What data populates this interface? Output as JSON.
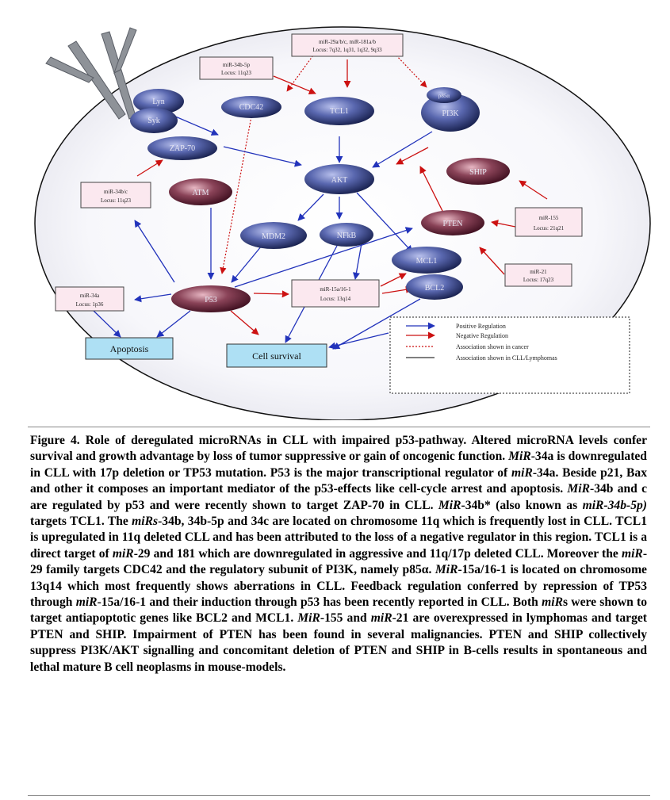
{
  "diagram": {
    "nodes": {
      "lyn": "Lyn",
      "syk": "Syk",
      "zap70": "ZAP-70",
      "cdc42": "CDC42",
      "tcl1": "TCL1",
      "p85": "p85α",
      "pi3k": "PI3K",
      "akt": "AKT",
      "ship": "SHIP",
      "pten": "PTEN",
      "atm": "ATM",
      "mdm2": "MDM2",
      "nfkb": "NFkB",
      "mcl1": "MCL1",
      "bcl2": "BCL2",
      "p53": "P53"
    },
    "mir_boxes": {
      "mir29_181": [
        "miR-29a/b/c, miR-181a/b",
        "Locus: 7q32, 1q31, 1q32, 9q33"
      ],
      "mir34b5p": [
        "miR-34b-5p",
        "Locus: 11q23"
      ],
      "mir34bc": [
        "miR-34b/c",
        "Locus: 11q23"
      ],
      "mir155": [
        "miR-155",
        "Locus: 21q21"
      ],
      "mir21": [
        "miR-21",
        "Locus: 17q23"
      ],
      "mir15a16": [
        "miR-15a/16-1",
        "Locus: 13q14"
      ],
      "mir34a": [
        "miR-34a",
        "Locus: 1p36"
      ]
    },
    "outcomes": {
      "apoptosis": "Apoptosis",
      "cell_survival": "Cell survival"
    },
    "legend": [
      {
        "label": "Positive Regulation",
        "kind": "positive"
      },
      {
        "label": "Negative Regulation",
        "kind": "negative"
      },
      {
        "label": "Association shown in cancer",
        "kind": "dotted"
      },
      {
        "label": "Association shown in CLL/Lymphomas",
        "kind": "solid"
      }
    ],
    "colors": {
      "positive": "#2233bb",
      "negative": "#cc1111",
      "node_blue": "#1e2a66",
      "node_red": "#5a1a2e",
      "outcome_fill": "#aee0f4"
    }
  },
  "caption": {
    "label": "Figure 4.",
    "segments": [
      {
        "t": " Role of deregulated microRNAs in CLL with impaired p53-pathway. Altered microRNA levels confer survival and growth advantage by loss of tumor suppressive or gain of oncogenic function. "
      },
      {
        "t": "MiR",
        "i": true
      },
      {
        "t": "-34a is downregulated in CLL with 17p deletion or TP53 mutation. P53 is the major transcriptional regulator of "
      },
      {
        "t": "miR",
        "i": true
      },
      {
        "t": "-34a. Beside p21, Bax and other it composes an important mediator of the p53-effects like cell-cycle arrest and apoptosis. "
      },
      {
        "t": "MiR",
        "i": true
      },
      {
        "t": "-34b and c are regulated by p53 and were recently shown to target ZAP-70 in CLL. "
      },
      {
        "t": "MiR",
        "i": true
      },
      {
        "t": "-34b* (also known as "
      },
      {
        "t": "miR-34b-5p)",
        "i": true
      },
      {
        "t": " targets TCL1. The "
      },
      {
        "t": "miRs",
        "i": true
      },
      {
        "t": "-34b, 34b-5p and 34c are located on chromosome 11q which is frequently lost in CLL. TCL1 is upregulated in 11q deleted CLL and has been attributed to the loss of a negative regulator in this region. TCL1 is a direct target of "
      },
      {
        "t": "miR",
        "i": true
      },
      {
        "t": "-29 and 181 which are downregulated in aggressive and 11q/17p deleted CLL. Moreover the "
      },
      {
        "t": "miR",
        "i": true
      },
      {
        "t": "-29 family targets CDC42 and the regulatory subunit of PI3K, namely p85α. "
      },
      {
        "t": "MiR",
        "i": true
      },
      {
        "t": "-15a/16-1 is located on chromosome 13q14 which most frequently shows aberrations in CLL. Feedback regulation conferred by repression of TP53 through "
      },
      {
        "t": "miR",
        "i": true
      },
      {
        "t": "-15a/16-1 and their induction through p53 has been recently reported in CLL. Both "
      },
      {
        "t": "miR",
        "i": true
      },
      {
        "t": "s were shown to target antiapoptotic genes like BCL2 and MCL1. "
      },
      {
        "t": "MiR",
        "i": true
      },
      {
        "t": "-155 and "
      },
      {
        "t": "miR",
        "i": true
      },
      {
        "t": "-21 are overexpressed in lymphomas and target PTEN and SHIP. Impairment of PTEN has been found in several malignancies. PTEN and SHIP collectively suppress PI3K/AKT signalling and concomitant deletion of PTEN and SHIP in B-cells results in spontaneous and lethal mature B cell neoplasms in mouse-models."
      }
    ]
  }
}
